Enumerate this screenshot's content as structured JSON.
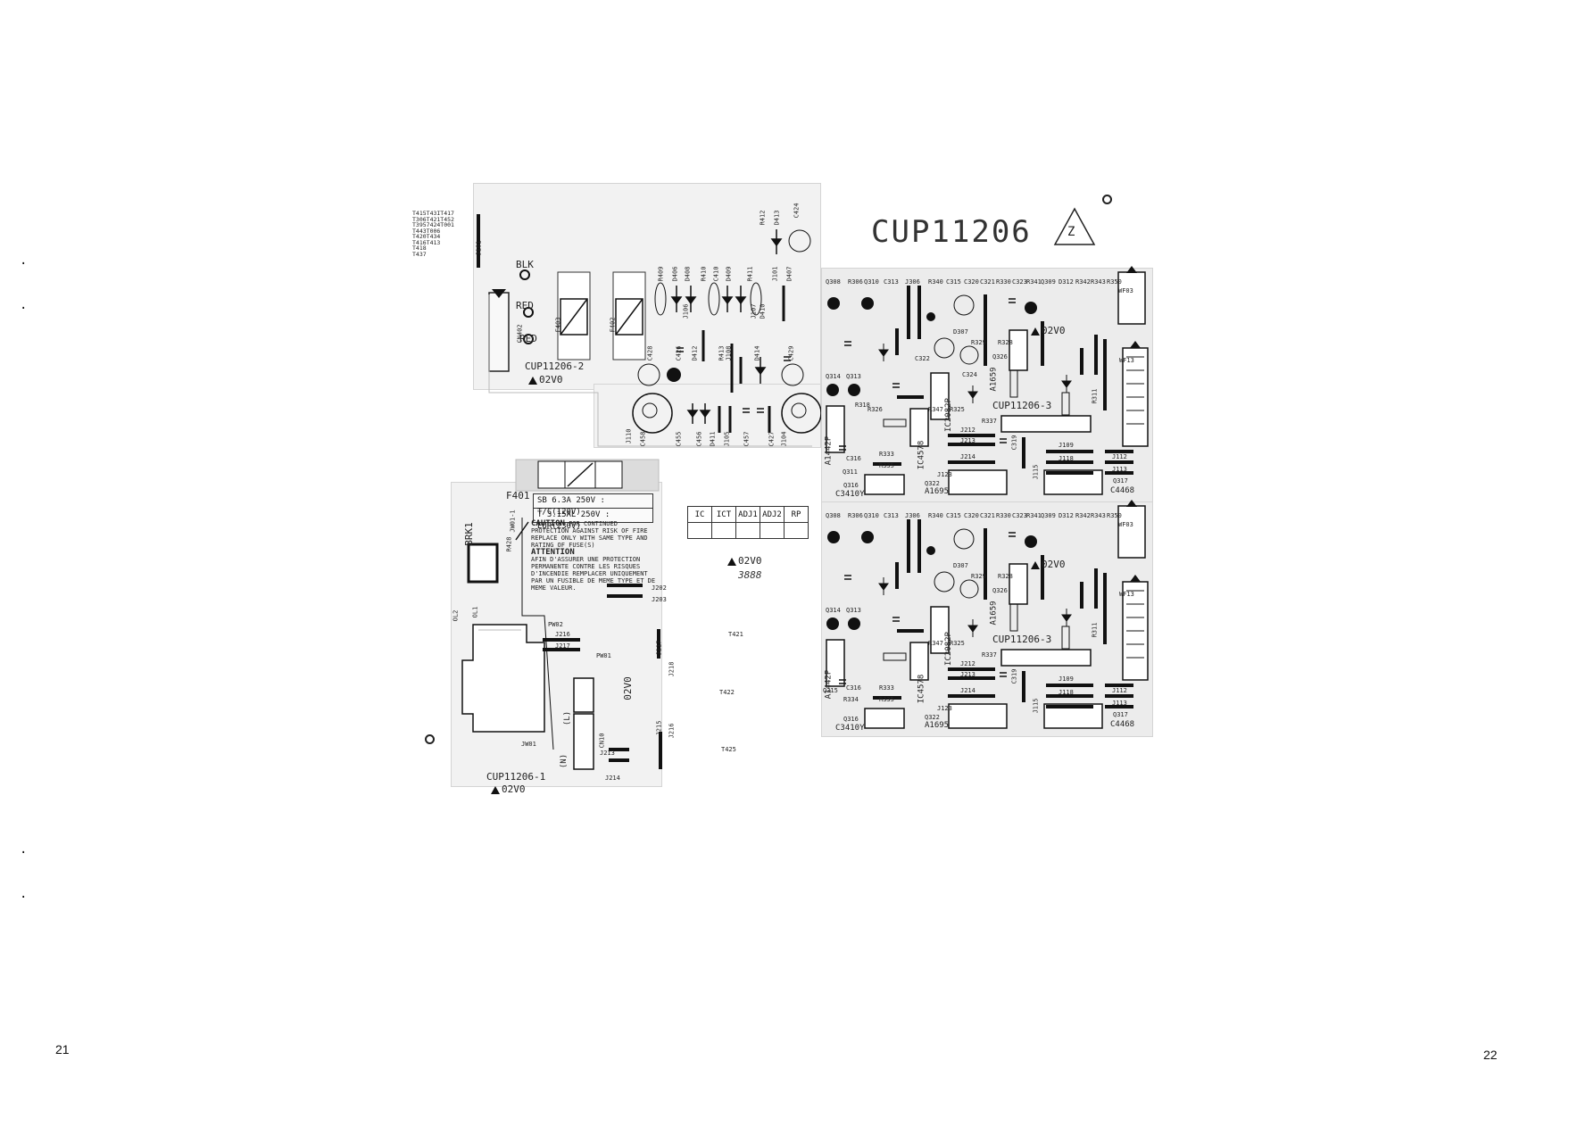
{
  "page": {
    "left_number": "21",
    "right_number": "22"
  },
  "top_left_block": {
    "test_points": [
      "T415T43IT417",
      "T306T421T452",
      "T3957424T001",
      "T443T006",
      "T420T434",
      "T416T413",
      "T418",
      "T437"
    ],
    "jumper_j101": "J101"
  },
  "board_2": {
    "name": "CUP11206-2",
    "mark": "02V0",
    "labels": [
      "BLK",
      "RED",
      "RED",
      "F402",
      "F403",
      "CN402",
      "D413",
      "R412",
      "C424",
      "J110",
      "C458",
      "C455",
      "C456",
      "C457",
      "C428",
      "C429",
      "C426",
      "C427",
      "J105",
      "J104",
      "D411",
      "D412",
      "D414",
      "D410",
      "R411",
      "R413",
      "R410",
      "J107",
      "J108",
      "J106",
      "J101",
      "D407",
      "D409",
      "D406",
      "D408",
      "C410",
      "R409"
    ]
  },
  "big_title": {
    "text": "CUP11206",
    "triangle_letter": "Z"
  },
  "board_3_top": {
    "name": "CUP11206-3",
    "mark": "02V0",
    "labels": [
      "Q308",
      "R306",
      "Q310",
      "C313",
      "J306",
      "R340",
      "C315",
      "C320",
      "C321",
      "R330",
      "C323",
      "R341",
      "Q309",
      "D312",
      "R342",
      "R343",
      "R350",
      "WF03",
      "D307",
      "R329",
      "R328",
      "A1659",
      "Q326",
      "C322",
      "C324",
      "WF13",
      "Q314",
      "Q313",
      "R347",
      "R325",
      "IC2082P",
      "R337",
      "J212",
      "J213",
      "J214",
      "J109",
      "J118",
      "J113",
      "J112",
      "Q317",
      "C4468",
      "Q311",
      "R326",
      "R318",
      "C316",
      "IC4578",
      "R333",
      "R335",
      "J123",
      "Q322",
      "A1695",
      "Q316",
      "C3410Y",
      "A1442P",
      "J115",
      "C319",
      "R311"
    ]
  },
  "board_3_bottom": {
    "name": "CUP11206-3",
    "mark": "02V0",
    "labels": [
      "Q308",
      "R306",
      "Q310",
      "C313",
      "J306",
      "R340",
      "C315",
      "C320",
      "C321",
      "R330",
      "C323",
      "R341",
      "Q309",
      "D312",
      "R342",
      "R343",
      "R350",
      "WF03",
      "D307",
      "R329",
      "R328",
      "A1659",
      "Q326",
      "WF13",
      "Q314",
      "Q313",
      "R347",
      "R325",
      "IC2082P",
      "R337",
      "J212",
      "J213",
      "J214",
      "J109",
      "J118",
      "J113",
      "J112",
      "Q317",
      "C4468",
      "Q315",
      "R334",
      "R333",
      "R335",
      "C316",
      "IC4578",
      "J123",
      "Q322",
      "A1695",
      "Q316",
      "C3410Y",
      "A1442P",
      "J115",
      "C319",
      "R311"
    ]
  },
  "adj_table": {
    "headers": [
      "IC",
      "ICT",
      "ADJ1",
      "ADJ2",
      "RP"
    ],
    "mark": "02V0",
    "code": "3888"
  },
  "board_1": {
    "name": "CUP11206-1",
    "mark": "02V0",
    "fuse": {
      "label": "F401",
      "row1": "SB 6.3A 250V : T/C(120V)",
      "row2": "T 3.15AL 250V : EUR(230V)"
    },
    "caution": {
      "title": "CAUTION",
      "text": "FOR CONTINUED PROTECTION AGAINST RISK OF FIRE REPLACE ONLY WITH SAME TYPE AND RATING OF FUSE(S)",
      "attention_title": "ATTENTION",
      "attention_text": "AFIN D'ASSURER UNE PROTECTION PERMANENTE CONTRE LES RISQUES D'INCENDIE REMPLACER UNIQUEMENT PAR UN FUSIBLE DE MEME TYPE ET DE MEME VALEUR."
    },
    "labels": [
      "BRK1",
      "JW01-1",
      "R428",
      "OL2",
      "OL1",
      "PW02",
      "J216",
      "J217",
      "PW01",
      "JW01",
      "(L)",
      "(N)",
      "CN10",
      "J213",
      "J214",
      "J202",
      "J203",
      "J217",
      "J218",
      "J215",
      "J216",
      "J213",
      "J214"
    ],
    "vertical_mark": "02V0"
  },
  "test_points_mid": [
    "T421",
    "T422",
    "T425"
  ]
}
